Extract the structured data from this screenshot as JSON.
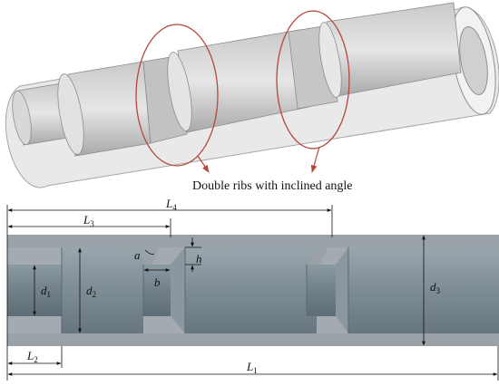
{
  "caption": "Double ribs with inclined angle",
  "labels": {
    "L4": "L4",
    "L3": "L3",
    "L2": "L2",
    "L1": "L1",
    "d1": "d1",
    "d2": "d2",
    "d3": "d3",
    "a": "a",
    "b": "b",
    "h": "h"
  },
  "colors": {
    "highlight_ellipse": "#b5473b",
    "section_outer": "#9aa2a8",
    "section_inner": "#6f7d86",
    "glass": "#d9d9d9"
  }
}
